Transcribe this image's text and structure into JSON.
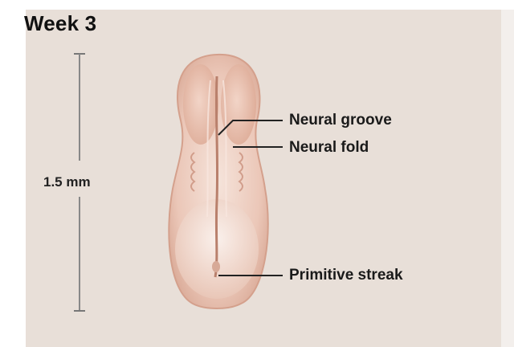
{
  "title": "Week 3",
  "scale_bar": {
    "label": "1.5 mm"
  },
  "callouts": {
    "neural_groove": "Neural groove",
    "neural_fold": "Neural fold",
    "primitive_streak": "Primitive streak"
  },
  "colors": {
    "background_panel": "#e8dfd8",
    "embryo_edge": "#dcae9c",
    "embryo_fill": "#efd0c3",
    "leader_line": "#222222",
    "scale_bar": "#777777"
  }
}
